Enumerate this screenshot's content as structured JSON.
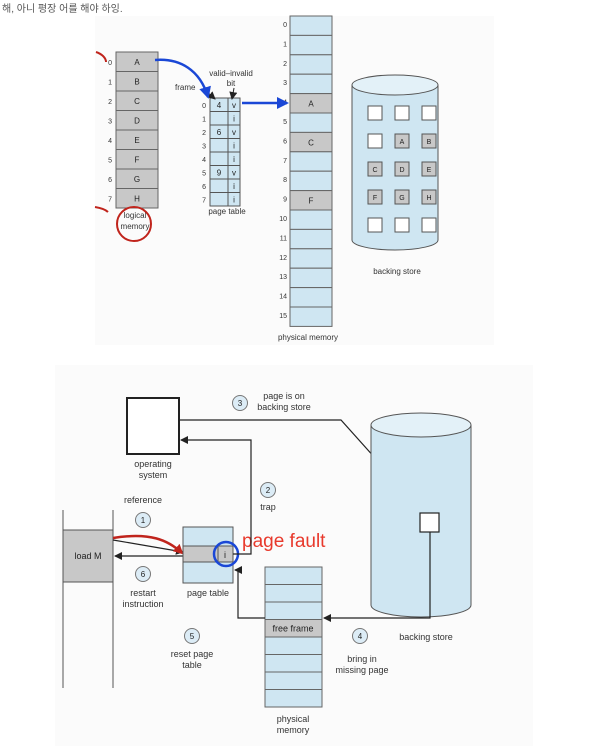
{
  "heading": "해, 아니 평장 어를 해야 하잉.",
  "top_diagram": {
    "logical_memory": {
      "indices": [
        "0",
        "1",
        "2",
        "3",
        "4",
        "5",
        "6",
        "7"
      ],
      "pages": [
        "A",
        "B",
        "C",
        "D",
        "E",
        "F",
        "G",
        "H"
      ],
      "caption_line1": "logical",
      "caption_line2": "memory"
    },
    "page_table": {
      "frame_label": "frame",
      "valid_invalid_line1": "valid–invalid",
      "valid_invalid_line2": "bit",
      "indices": [
        "0",
        "1",
        "2",
        "3",
        "4",
        "5",
        "6",
        "7"
      ],
      "frames": [
        "4",
        "",
        "6",
        "",
        "",
        "9",
        "",
        ""
      ],
      "bits": [
        "v",
        "i",
        "v",
        "i",
        "i",
        "v",
        "i",
        "i"
      ],
      "caption": "page table"
    },
    "physical_memory": {
      "indices": [
        "0",
        "1",
        "2",
        "3",
        "4",
        "5",
        "6",
        "7",
        "8",
        "9",
        "10",
        "11",
        "12",
        "13",
        "14",
        "15"
      ],
      "contents": [
        "",
        "",
        "",
        "",
        "A",
        "",
        "C",
        "",
        "",
        "F",
        "",
        "",
        "",
        "",
        "",
        ""
      ],
      "caption": "physical memory"
    },
    "backing_store": {
      "cells": [
        "",
        "",
        "",
        "",
        "A",
        "B",
        "C",
        "D",
        "E",
        "F",
        "G",
        "H",
        "",
        "",
        ""
      ],
      "caption": "backing store"
    }
  },
  "bottom_diagram": {
    "operating_system_line1": "operating",
    "operating_system_line2": "system",
    "load_instruction": "load M",
    "reference_label": "reference",
    "trap_label": "trap",
    "page_on_store_line1": "page is on",
    "page_on_store_line2": "backing store",
    "page_fault_label": "page fault",
    "page_table_label": "page table",
    "page_table_bit": "i",
    "restart_line1": "restart",
    "restart_line2": "instruction",
    "reset_line1": "reset page",
    "reset_line2": "table",
    "free_frame_label": "free frame",
    "bring_in_line1": "bring in",
    "bring_in_line2": "missing page",
    "backing_store_label": "backing store",
    "physical_memory_line1": "physical",
    "physical_memory_line2": "memory",
    "steps": [
      "1",
      "2",
      "3",
      "4",
      "5",
      "6"
    ]
  },
  "colors": {
    "light_blue": "#cfe6f2",
    "gray_cell": "#c8c8c8",
    "blue_arrow": "#1a47d6",
    "red_annotation": "#c0241c",
    "page_fault_red": "#e8392c"
  }
}
